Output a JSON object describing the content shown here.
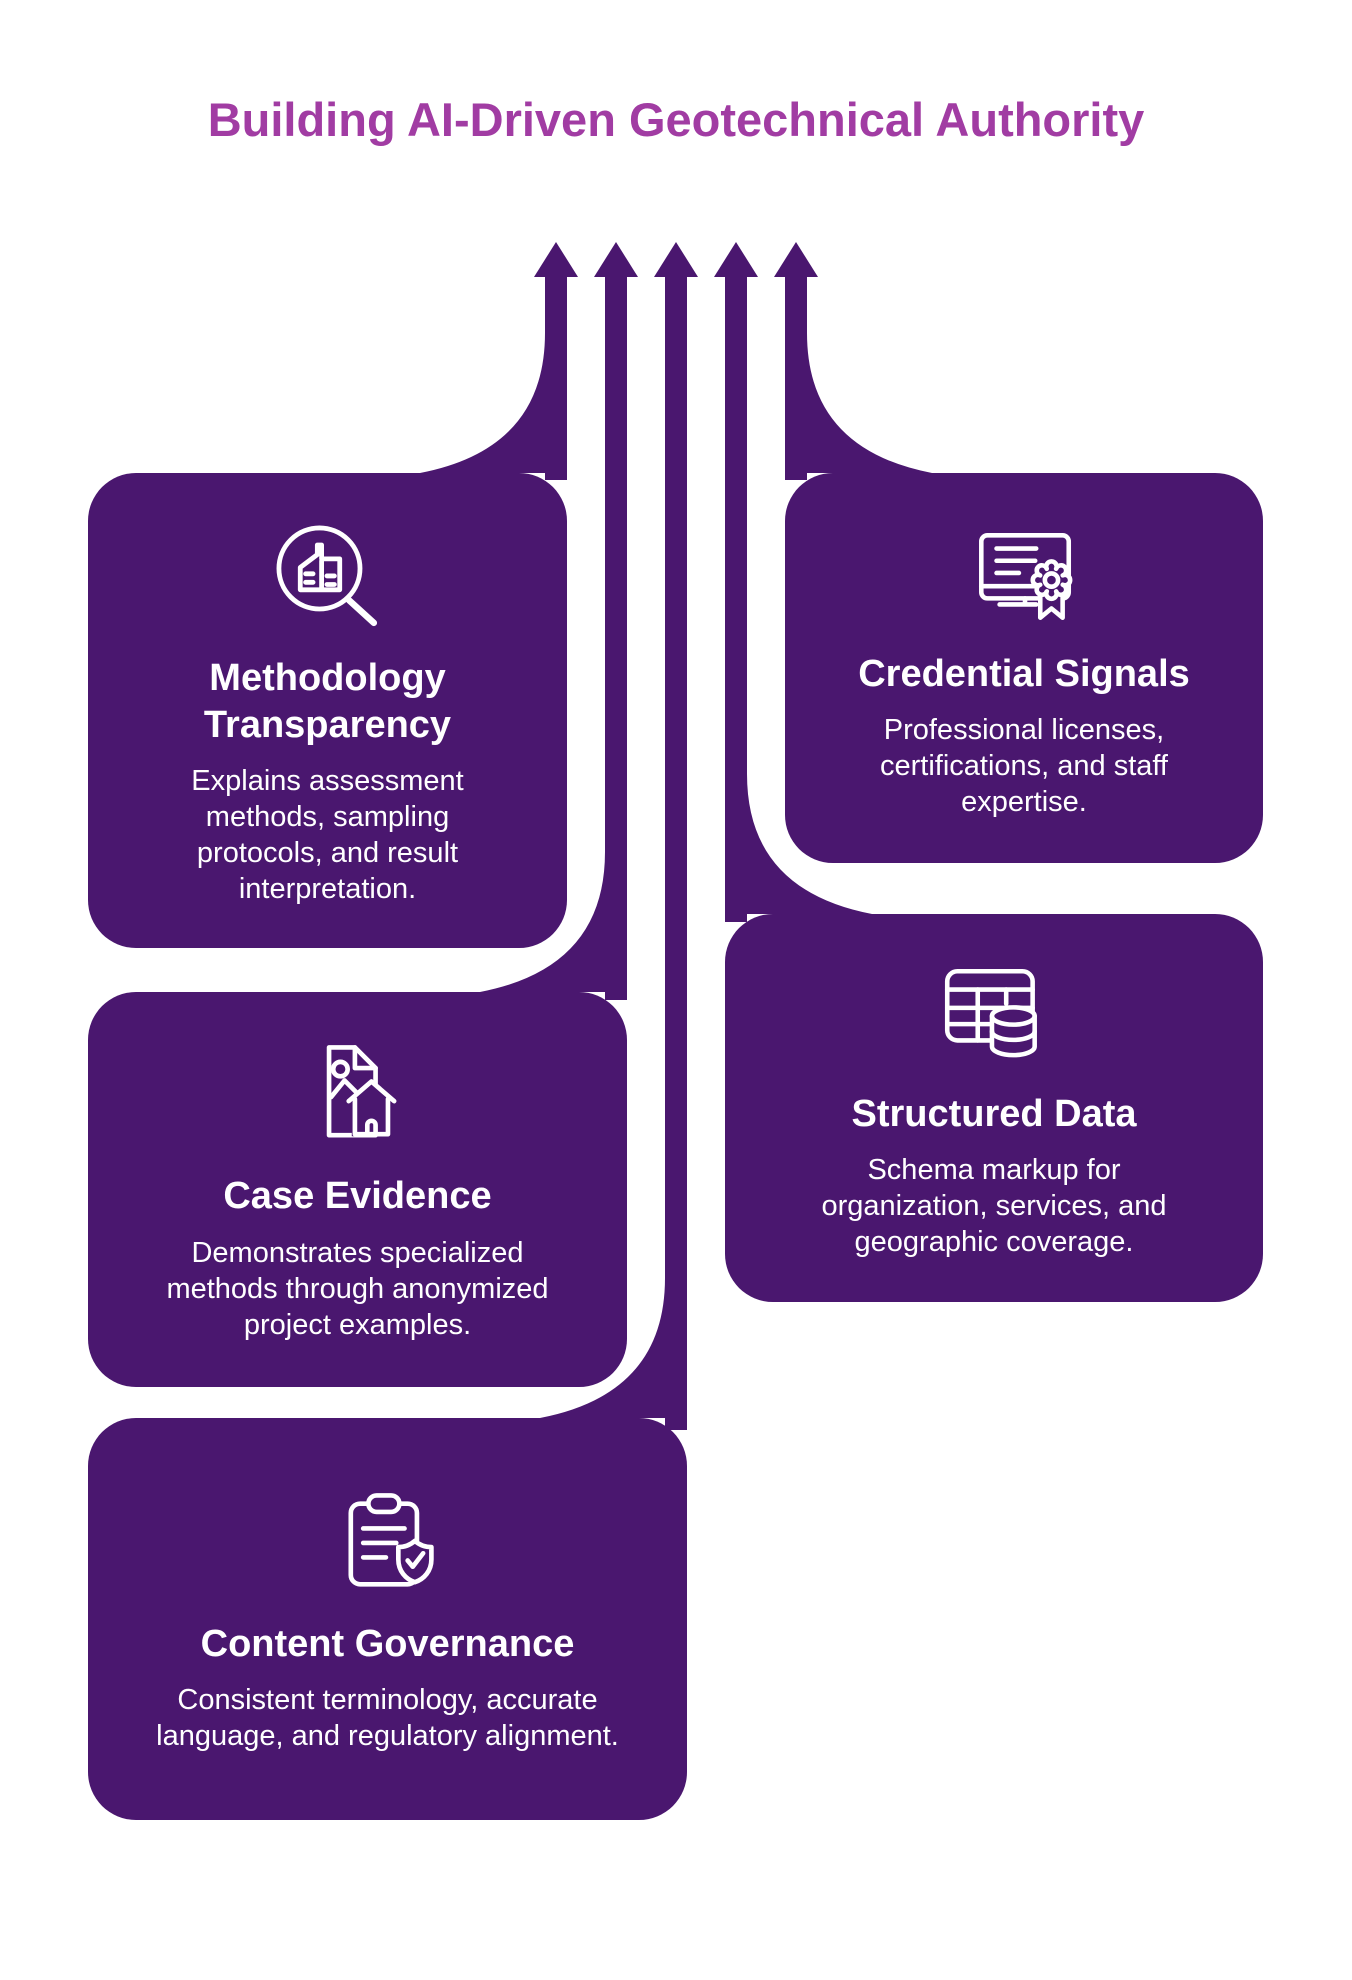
{
  "title": "Building AI-Driven Geotechnical Authority",
  "colors": {
    "card_purple": "#4A176F",
    "title_magenta": "#A13CA3",
    "text_white": "#FFFFFF",
    "page_bg": "#FFFFFF"
  },
  "arrows": {
    "count": 5,
    "direction": "up",
    "note": "one arrow rises from each card and points upward"
  },
  "cards": [
    {
      "title": "Methodology Transparency",
      "description": "Explains assessment methods, sampling protocols, and result interpretation.",
      "icon": "magnifier-building-icon"
    },
    {
      "title": "Credential Signals",
      "description": "Professional licenses, certifications, and staff expertise.",
      "icon": "certificate-award-icon"
    },
    {
      "title": "Case Evidence",
      "description": "Demonstrates specialized methods through anonymized project examples.",
      "icon": "image-document-house-icon"
    },
    {
      "title": "Structured Data",
      "description": "Schema markup for organization, services, and geographic coverage.",
      "icon": "table-database-icon"
    },
    {
      "title": "Content Governance",
      "description": "Consistent terminology, accurate language, and regulatory alignment.",
      "icon": "clipboard-shield-check-icon"
    }
  ]
}
